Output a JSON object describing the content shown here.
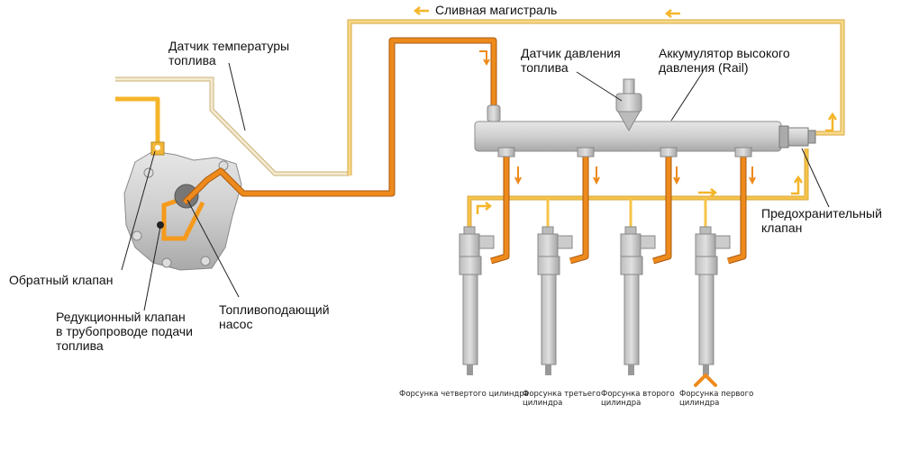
{
  "labels": {
    "drain_line": "Сливная магистраль",
    "temp_sensor": "Датчик температуры\nтоплива",
    "pressure_sensor": "Датчик давления\nтоплива",
    "rail": "Аккумулятор высокого\nдавления (Rail)",
    "safety_valve": "Предохранительный\nклапан",
    "check_valve": "Обратный клапан",
    "reduction_valve": "Редукционный клапан\nв трубопроводе подачи\nтоплива",
    "pump": "Топливоподающий\nнасос"
  },
  "injectors": [
    {
      "label": "Форсунка четвертого цилиндра"
    },
    {
      "label": "Форсунка третьего\nцилиндра"
    },
    {
      "label": "Форсунка второго\nцилиндра"
    },
    {
      "label": "Форсунка первого\nцилиндра"
    }
  ],
  "colors": {
    "high_pressure": "#ee8a1c",
    "low_pressure": "#f5c043",
    "drain": "#f3d27a",
    "temp_line": "#efe2c0",
    "metal": "#c9c9c9"
  }
}
